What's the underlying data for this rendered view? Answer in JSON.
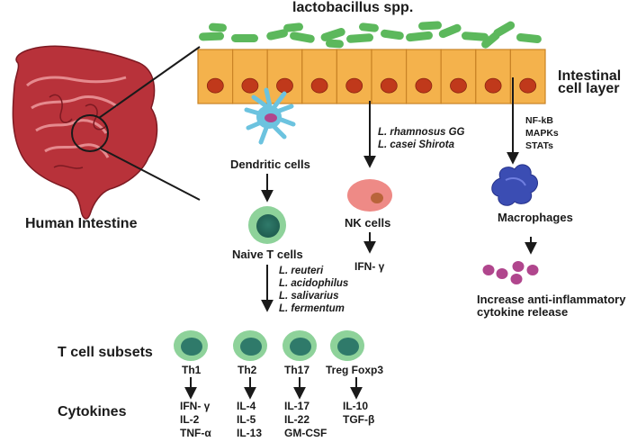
{
  "title": "lactobacillus spp.",
  "intestinal_label": [
    "Intestinal",
    "cell layer"
  ],
  "human_intestine": "Human Intestine",
  "dendritic_cells": "Dendritic cells",
  "naive_t_cells": "Naive T cells",
  "nk_cells": "NK cells",
  "nk_cytokine": "IFN- γ",
  "macrophages": "Macrophages",
  "nk_species": [
    "L. rhamnosus GG",
    "L. casei Shirota"
  ],
  "t_cell_species": [
    "L. reuteri",
    "L. acidophilus",
    "L. salivarius",
    "L. fermentum"
  ],
  "pathways": [
    "NF-kB",
    "MAPKs",
    "STATs"
  ],
  "macrophage_outcome": [
    "Increase anti-inflammatory",
    "cytokine release"
  ],
  "t_cell_subsets_label": "T cell subsets",
  "cytokines_label": "Cytokines",
  "subsets": [
    {
      "name": "Th1",
      "cytokines": [
        "IFN- γ",
        "IL-2",
        "TNF-α"
      ]
    },
    {
      "name": "Th2",
      "cytokines": [
        "IL-4",
        "IL-5",
        "IL-13"
      ]
    },
    {
      "name": "Th17",
      "cytokines": [
        "IL-17",
        "IL-22",
        "GM-CSF"
      ]
    },
    {
      "name": "Treg Foxp3",
      "cytokines": [
        "IL-10",
        "TGF-β"
      ]
    }
  ],
  "colors": {
    "bacteria": "#5cb85c",
    "cell_fill": "#f4b24c",
    "cell_nucleus": "#c0391b",
    "t_cell_outer": "#8ed29a",
    "t_cell_inner": "#2f7a6a",
    "nk_outer": "#ee8a86",
    "nk_inner": "#b9643a",
    "macrophage": "#3b4db3",
    "cytokine_dots": "#b0468d",
    "dendritic": "#6cc3df",
    "intestine": "#b8323a"
  }
}
